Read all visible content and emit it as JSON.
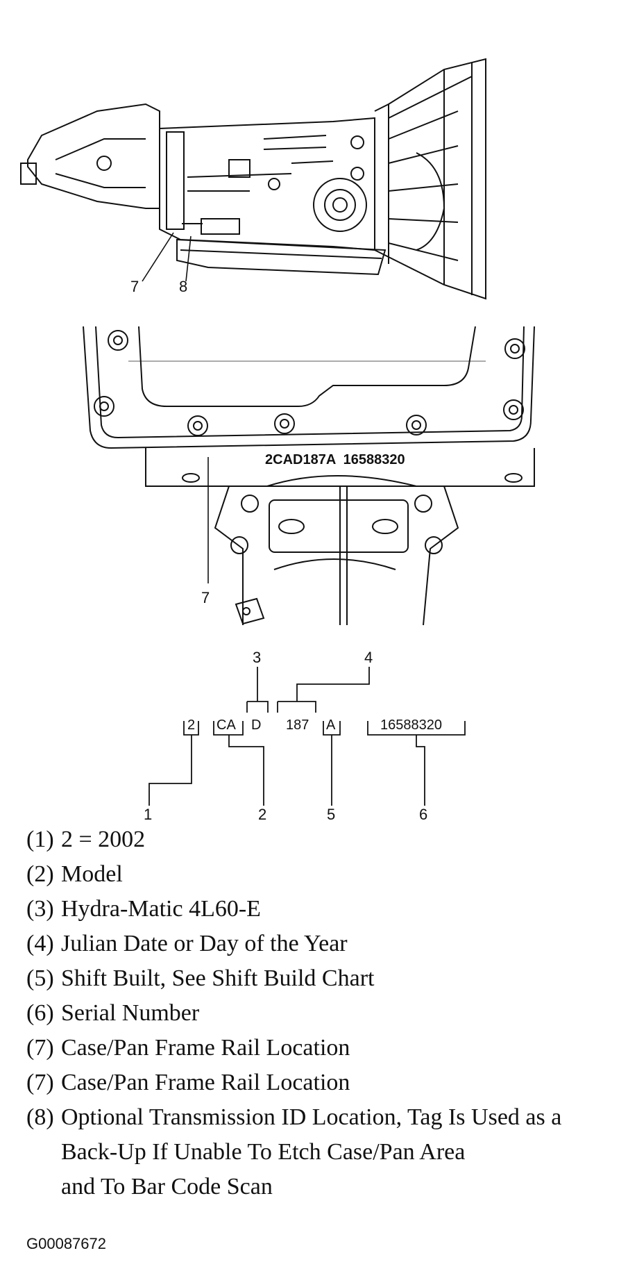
{
  "callouts": {
    "c7_top": "7",
    "c8_top": "8",
    "c7_pan": "7",
    "c1": "1",
    "c2": "2",
    "c3": "3",
    "c4": "4",
    "c5": "5",
    "c6": "6"
  },
  "pan_etching": "2CAD187A  16588320",
  "decode": {
    "year": "2",
    "model": "CA",
    "trans": "D",
    "julian": "187",
    "shift": "A",
    "serial": "16588320"
  },
  "legend": [
    {
      "num": "(1)",
      "text": "2 = 2002"
    },
    {
      "num": "(2)",
      "text": "Model"
    },
    {
      "num": "(3)",
      "text": "Hydra-Matic 4L60-E"
    },
    {
      "num": "(4)",
      "text": "Julian Date or Day of the Year"
    },
    {
      "num": "(5)",
      "text": "Shift Built, See Shift Build Chart"
    },
    {
      "num": "(6)",
      "text": "Serial Number"
    },
    {
      "num": "(7)",
      "text": "Case/Pan Frame Rail Location"
    },
    {
      "num": "(7)",
      "text": "Case/Pan Frame Rail Location"
    },
    {
      "num": "(8)",
      "text": "Optional Transmission ID Location, Tag Is Used as a"
    }
  ],
  "legend_cont": [
    "Back-Up If Unable To Etch Case/Pan Area",
    "and To Bar Code Scan"
  ],
  "figure_code": "G00087672"
}
